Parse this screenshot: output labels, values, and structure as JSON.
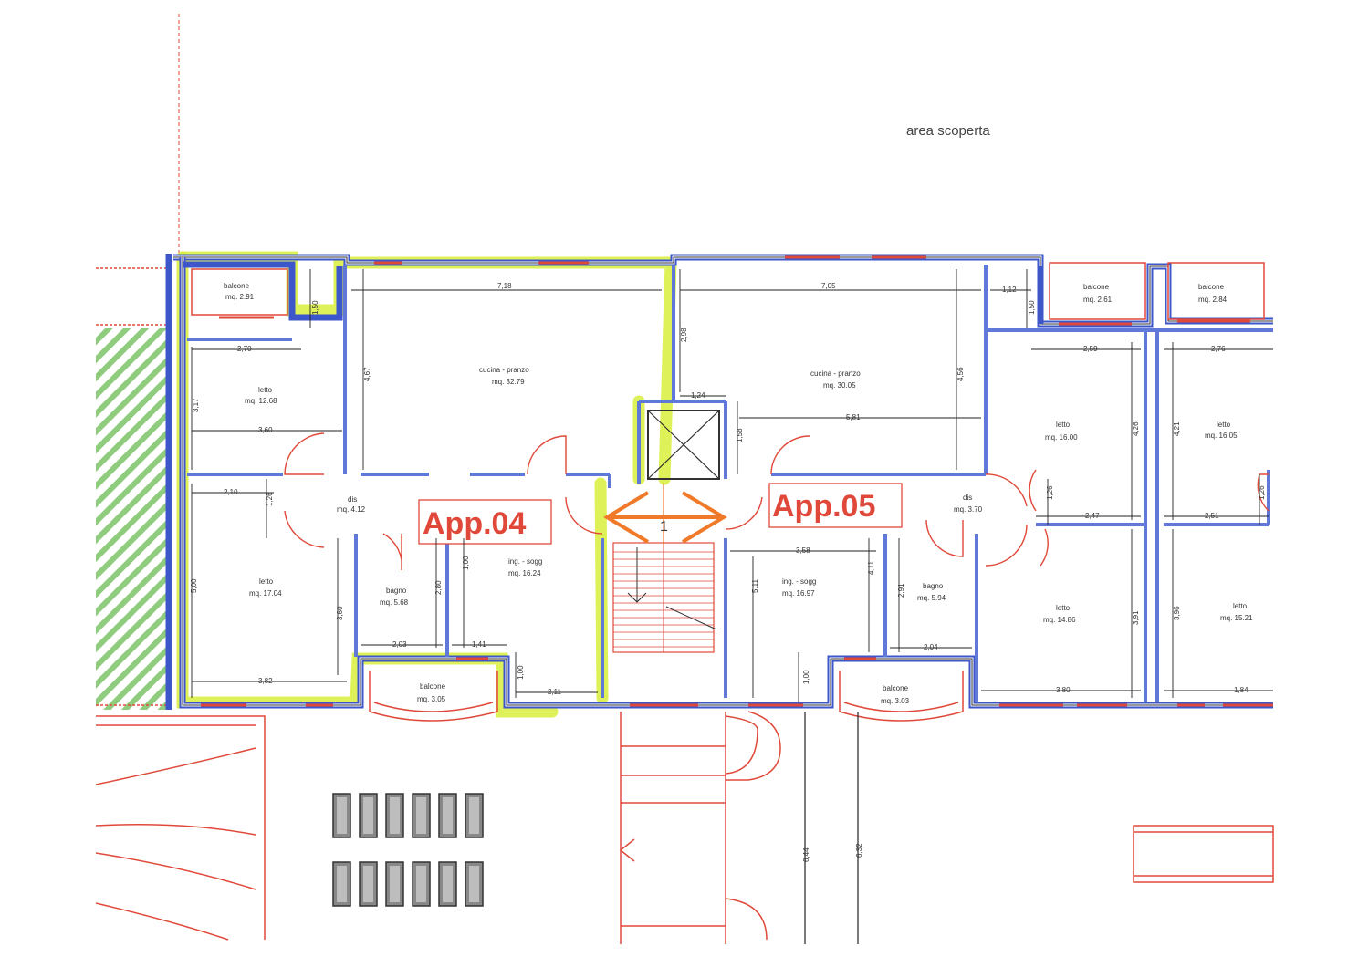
{
  "site": {
    "outdoor_area_label": "area scoperta"
  },
  "apartments": [
    {
      "label": "App.04"
    },
    {
      "label": "App.05"
    }
  ],
  "stair_number": "1",
  "rooms": [
    {
      "id": "balcone-nw",
      "name": "balcone",
      "area": "mq. 2.91"
    },
    {
      "id": "letto-w1",
      "name": "letto",
      "area": "mq. 12.68"
    },
    {
      "id": "cucina-04",
      "name": "cucina - pranzo",
      "area": "mq. 32.79"
    },
    {
      "id": "cucina-05",
      "name": "cucina - pranzo",
      "area": "mq. 30.05"
    },
    {
      "id": "balcone-ne1",
      "name": "balcone",
      "area": "mq. 2.61"
    },
    {
      "id": "balcone-ne2",
      "name": "balcone",
      "area": "mq. 2.84"
    },
    {
      "id": "letto-e1",
      "name": "letto",
      "area": "mq. 16.00"
    },
    {
      "id": "letto-e2",
      "name": "letto",
      "area": "mq. 16.05"
    },
    {
      "id": "dis-04",
      "name": "dis",
      "area": "mq. 4.12"
    },
    {
      "id": "dis-05",
      "name": "dis",
      "area": "mq. 3.70"
    },
    {
      "id": "letto-w2",
      "name": "letto",
      "area": "mq. 17.04"
    },
    {
      "id": "bagno-04",
      "name": "bagno",
      "area": "mq. 5.68"
    },
    {
      "id": "soggiorno-04",
      "name": "ing. - sogg",
      "area": "mq. 16.24"
    },
    {
      "id": "soggiorno-05",
      "name": "ing. - sogg",
      "area": "mq. 16.97"
    },
    {
      "id": "bagno-05",
      "name": "bagno",
      "area": "mq. 5.94"
    },
    {
      "id": "letto-e3",
      "name": "letto",
      "area": "mq. 14.86"
    },
    {
      "id": "letto-e4",
      "name": "letto",
      "area": "mq. 15.21"
    },
    {
      "id": "balcone-s1",
      "name": "balcone",
      "area": "mq. 3.05"
    },
    {
      "id": "balcone-s2",
      "name": "balcone",
      "area": "mq. 3.03"
    }
  ],
  "dimensions": [
    "7,18",
    "7,05",
    "1,50",
    "1,12",
    "1,50",
    "2,70",
    "4,67",
    "2,98",
    "4,56",
    "2,59",
    "2,76",
    "3,17",
    "1,24",
    "3,60",
    "1,58",
    "5,81",
    "4,26",
    "4,21",
    "2,10",
    "1,26",
    "1,26",
    "2,47",
    "2,51",
    "1,26",
    "5,00",
    "3,58",
    "5,11",
    "4,11",
    "1,00",
    "2,80",
    "3,60",
    "2,91",
    "3,91",
    "3,96",
    "2,03",
    "1,41",
    "2,04",
    "1,00",
    "1,00",
    "3,82",
    "2,11",
    "3,80",
    "1,84",
    "6,44",
    "6,32"
  ],
  "colors": {
    "wall": "#3d56c9",
    "window": "#e0493a",
    "highlight": "#d9ee3c",
    "label": "#e0493a",
    "hatch": "#7dc36e"
  }
}
